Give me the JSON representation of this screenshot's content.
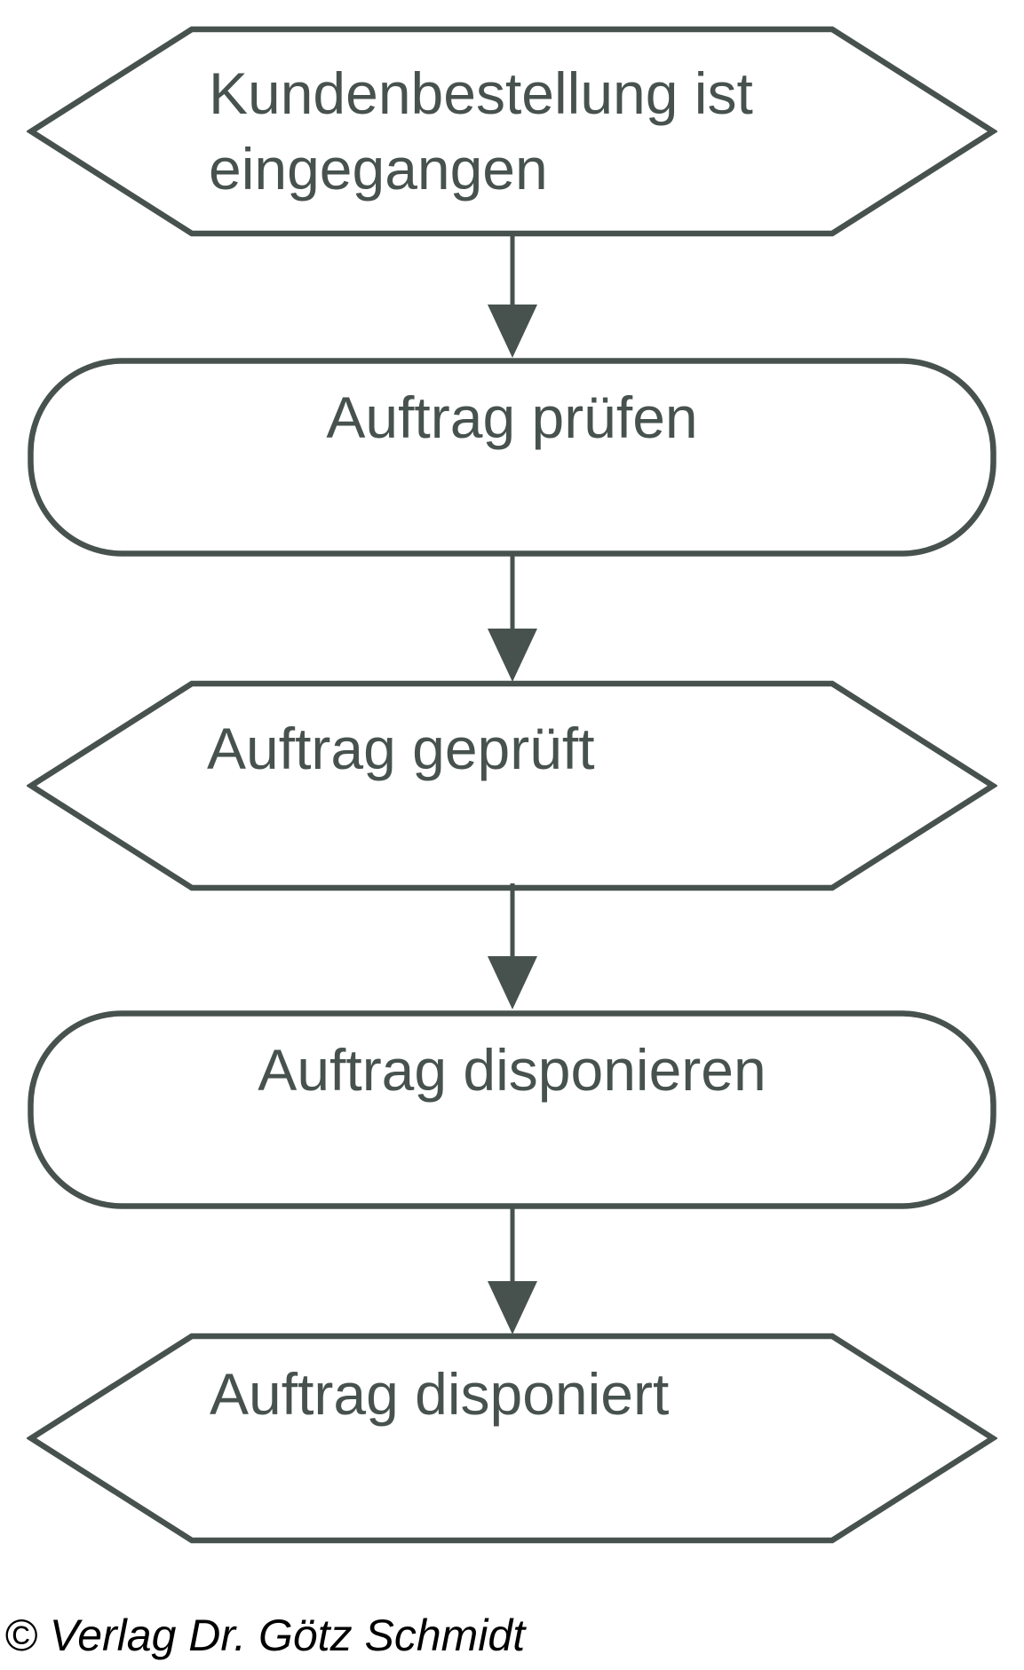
{
  "diagram": {
    "type": "flowchart",
    "notation": "event-process-chain",
    "direction": "top-to-bottom",
    "colors": {
      "outline": "#47524f",
      "label_text": "#47524f",
      "shape_fill": "#ffffff",
      "background": "#ffffff",
      "footer_text": "#000000"
    },
    "nodes": [
      {
        "kind": "event",
        "shape": "hexagon",
        "label": "Kundenbestellung ist\neingegangen"
      },
      {
        "kind": "function",
        "shape": "rounded-rectangle",
        "label": "Auftrag prüfen"
      },
      {
        "kind": "event",
        "shape": "hexagon",
        "label": "Auftrag geprüft"
      },
      {
        "kind": "function",
        "shape": "rounded-rectangle",
        "label": "Auftrag disponieren"
      },
      {
        "kind": "event",
        "shape": "hexagon",
        "label": "Auftrag disponiert"
      }
    ],
    "edges": [
      {
        "from": "Kundenbestellung ist eingegangen",
        "to": "Auftrag prüfen"
      },
      {
        "from": "Auftrag prüfen",
        "to": "Auftrag geprüft"
      },
      {
        "from": "Auftrag geprüft",
        "to": "Auftrag disponieren"
      },
      {
        "from": "Auftrag disponieren",
        "to": "Auftrag disponiert"
      }
    ]
  },
  "footer": {
    "copyright_line": "© Verlag Dr. Götz Schmidt"
  }
}
